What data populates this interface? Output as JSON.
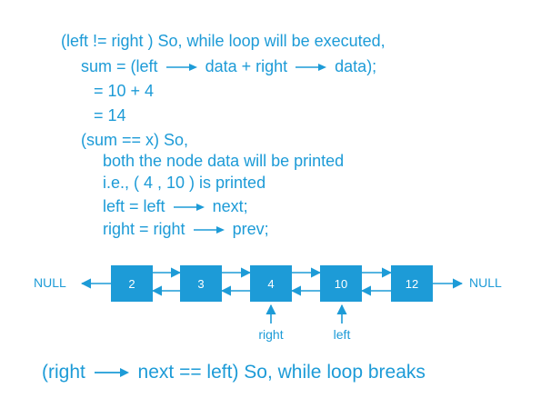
{
  "colors": {
    "accent": "#1d9bd7",
    "node_text": "#ffffff",
    "background": "#ffffff"
  },
  "code": {
    "line1": "(left != right )  So, while loop will be executed,",
    "line2a": "sum = (left",
    "line2b": "data + right",
    "line2c": "data);",
    "line3": "= 10 + 4",
    "line4": "= 14",
    "line5": "(sum == x)  So,",
    "line6": "both the node data will be printed",
    "line7": "i.e., ( 4 , 10 ) is printed",
    "line8a": "left = left",
    "line8b": "next;",
    "line9a": "right = right",
    "line9b": "prev;"
  },
  "list": {
    "null_left": "NULL",
    "null_right": "NULL",
    "nodes": [
      "2",
      "3",
      "4",
      "10",
      "12"
    ],
    "pointer_right": "right",
    "pointer_left": "left"
  },
  "footer": {
    "part1": "(right",
    "part2": "next == left)  So, while loop breaks"
  }
}
